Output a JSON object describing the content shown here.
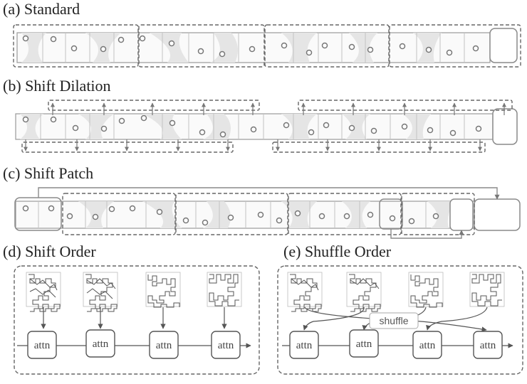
{
  "panels": {
    "a": {
      "title": "(a) Standard"
    },
    "b": {
      "title": "(b) Shift Dilation"
    },
    "c": {
      "title": "(c) Shift Patch"
    },
    "d": {
      "title": "(d) Shift Order"
    },
    "e": {
      "title": "(e) Shuffle Order"
    }
  },
  "attn_label": "attn",
  "shuffle_label": "shuffle",
  "colors": {
    "stroke": "#8a8a8a",
    "dashed": "#666666",
    "fill": "#e6e6e6",
    "arrow": "#555555"
  }
}
